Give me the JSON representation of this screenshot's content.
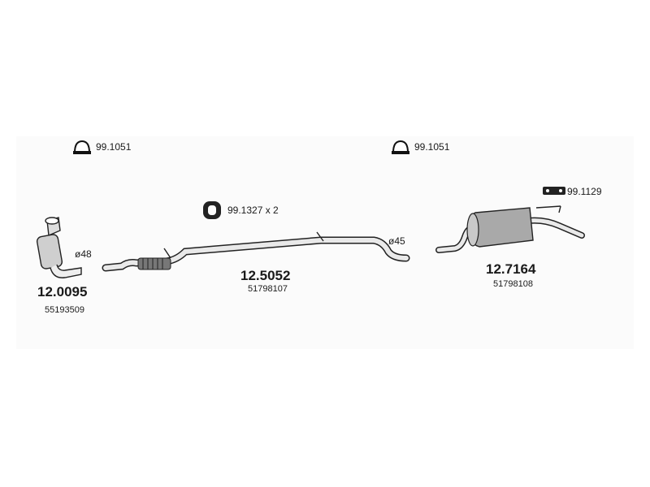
{
  "parts": {
    "clamp_left": "99.1051",
    "clamp_right": "99.1051",
    "rubber_mount": "99.1327 x 2",
    "bracket": "99.1129",
    "diameter_front": "ø48",
    "diameter_mid": "ø45",
    "catalyst_number": "12.0095",
    "catalyst_oem": "55193509",
    "middle_pipe_number": "12.5052",
    "middle_pipe_oem": "51798107",
    "rear_box_number": "12.7164",
    "rear_box_oem": "51798108"
  },
  "icons": [
    "clamp-icon",
    "rubber-mount-icon",
    "bracket-icon",
    "catalyst-converter-icon",
    "middle-pipe-icon",
    "rear-silencer-icon"
  ]
}
